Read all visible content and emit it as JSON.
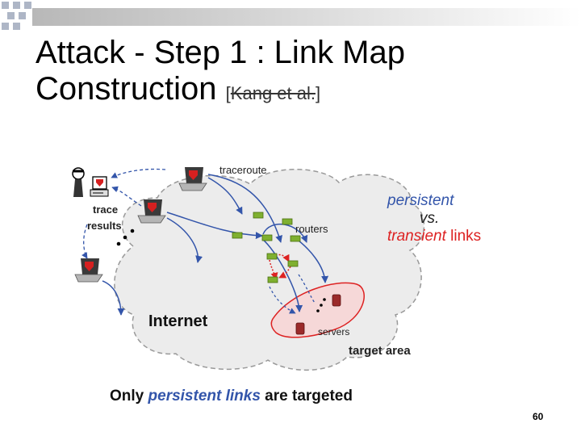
{
  "slide": {
    "title_main": "Attack - Step 1 : Link Map",
    "title_second": "Construction ",
    "ref_open": "[",
    "ref_text": "Kang et al.",
    "ref_close": "]",
    "page_number": "60"
  },
  "diagram": {
    "traceroute_label": "traceroute",
    "trace_results_line1": "trace",
    "trace_results_line2": "results",
    "routers_label": "routers",
    "internet_label": "Internet",
    "servers_label": "servers",
    "target_area_label": "target area",
    "persistent_label": "persistent",
    "vs_label": "vs.",
    "transient_prefix": "transient",
    "links_suffix": " links",
    "caption_prefix": "Only ",
    "caption_emph": "persistent links",
    "caption_suffix": " are targeted"
  },
  "colors": {
    "accent_blue": "#3355aa",
    "accent_red": "#dd2222",
    "router_green": "#7fb030",
    "target_fill": "#f6d8d8",
    "cloud_fill": "#ececec"
  }
}
